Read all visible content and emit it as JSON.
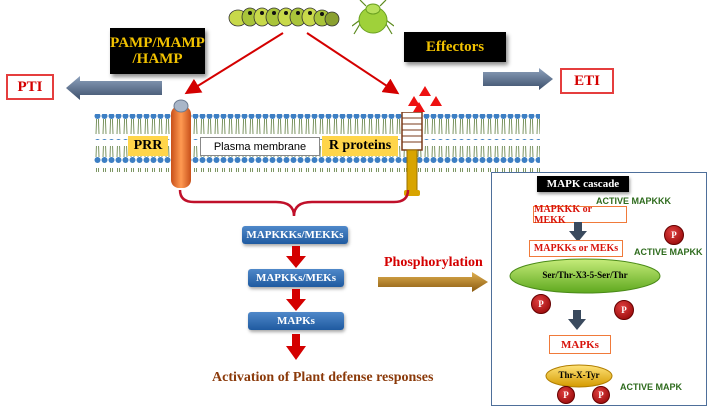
{
  "pamp_label": "PAMP/MAMP\n/HAMP",
  "effectors_label": "Effectors",
  "pti_label": "PTI",
  "eti_label": "ETI",
  "prr_label": "PRR",
  "plasma_membrane_label": "Plasma membrane",
  "r_proteins_label": "R proteins",
  "cascade_left": [
    "MAPKKKs/MEKKs",
    "MAPKKs/MEKs",
    "MAPKs"
  ],
  "phosphorylation_label": "Phosphorylation",
  "outcome_label": "Activation of Plant defense responses",
  "panel": {
    "title": "MAPK cascade",
    "active_mapkkk": "ACTIVE MAPKKK",
    "mapkkk_box": "MAPKKK or MEKK",
    "mapkks_box": "MAPKKs or MEKs",
    "active_mapkk": "ACTIVE MAPKK",
    "motif1": "Ser/Thr-X3-5-Ser/Thr",
    "mapks_box": "MAPKs",
    "motif2": "Thr-X-Tyr",
    "active_mapk": "ACTIVE MAPK",
    "p_label": "P"
  },
  "colors": {
    "accent_red": "#d40000",
    "cascade_blue": "#2a66ad",
    "membrane_blue": "#3d7fc4",
    "label_yellow": "#ffd54a"
  }
}
